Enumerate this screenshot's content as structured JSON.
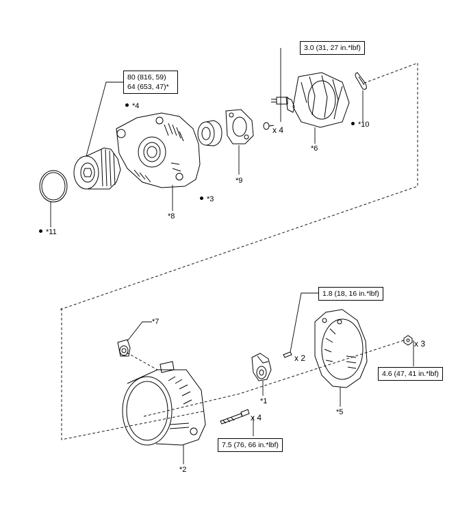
{
  "torque_specs": {
    "pulley": [
      "80 (816, 59)",
      "64 (653, 47)*"
    ],
    "rotor_screw": "3.0 (31, 27 in.*lbf)",
    "holder_screw": "1.8 (18, 16 in.*lbf)",
    "cover_nut": "4.6 (47, 41 in.*lbf)",
    "through_bolt": "7.5 (76, 66 in.*lbf)"
  },
  "quantities": {
    "rotor_screw": "x 4",
    "holder_screw": "x 2",
    "cover_nut": "x 3",
    "through_bolt": "x 4"
  },
  "callouts": {
    "p1": "*1",
    "p2": "*2",
    "p3": "*3",
    "p4": "*4",
    "p5": "*5",
    "p6": "*6",
    "p7": "*7",
    "p8": "*8",
    "p9": "*9",
    "p10": "*10",
    "p11": "*11"
  }
}
